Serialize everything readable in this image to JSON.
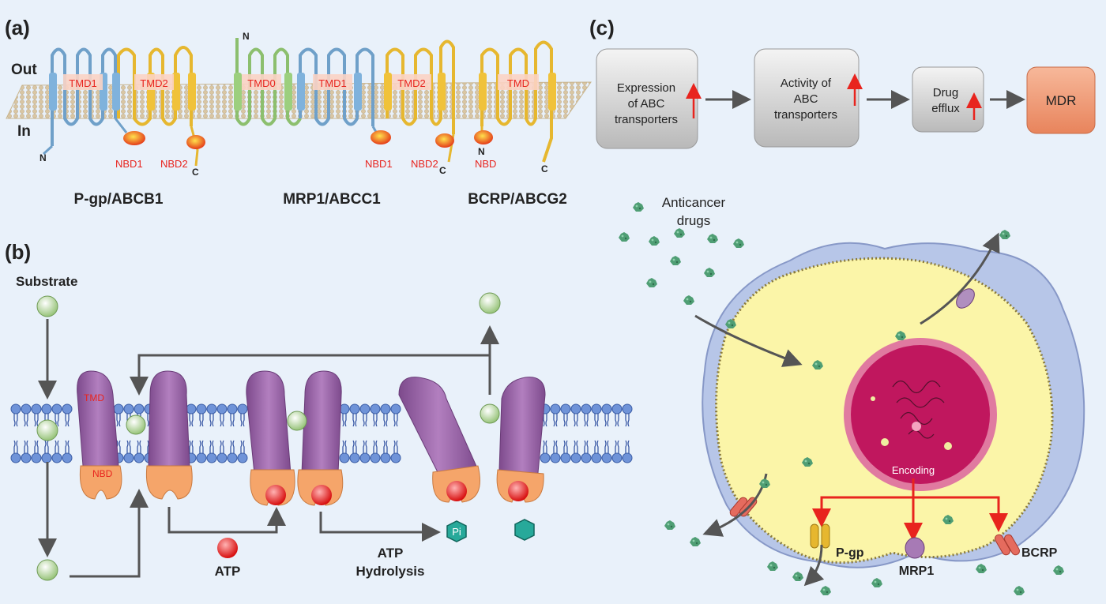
{
  "colors": {
    "background": "#e9f1fa",
    "red_label": "#e8241e",
    "arrow": "#555555",
    "tmd": "#9b5fa6",
    "nbd": "#f5a56a",
    "mdr": "#f0956e",
    "cytoplasm": "#fbf5a8",
    "nucleus": "#c0175e",
    "drug": "#4f9e74"
  },
  "panel_a": {
    "label": "(a)",
    "out_label": "Out",
    "in_label": "In",
    "transporters": [
      {
        "name": "P-gp/ABCB1",
        "domains": [
          "TMD1",
          "TMD2"
        ],
        "nbds": [
          "NBD1",
          "NBD2"
        ],
        "n_term": "N",
        "c_term": "C"
      },
      {
        "name": "MRP1/ABCC1",
        "domains": [
          "TMD0",
          "TMD1",
          "TMD2"
        ],
        "nbds": [
          "NBD1",
          "NBD2"
        ],
        "n_term": "N",
        "c_term": "C"
      },
      {
        "name": "BCRP/ABCG2",
        "domains": [
          "TMD"
        ],
        "nbds": [
          "NBD"
        ],
        "n_term": "N",
        "c_term": "C"
      }
    ]
  },
  "panel_b": {
    "label": "(b)",
    "substrate_label": "Substrate",
    "tmd_label": "TMD",
    "nbd_label": "NBD",
    "atp_label": "ATP",
    "hydrolysis_label": [
      "ATP",
      "Hydrolysis"
    ],
    "pi_label": "Pi"
  },
  "panel_c": {
    "label": "(c)",
    "flow": [
      {
        "lines": [
          "Expression",
          "of ABC",
          "transporters"
        ],
        "up": true
      },
      {
        "lines": [
          "Activity of",
          "ABC",
          "transporters"
        ],
        "up": true
      },
      {
        "lines": [
          "Drug",
          "efflux"
        ],
        "up": true
      },
      {
        "lines": [
          "MDR"
        ],
        "up": false
      }
    ],
    "drugs_label": [
      "Anticancer",
      "drugs"
    ],
    "encoding_label": "Encoding",
    "pgp_label": "P-gp",
    "mrp1_label": "MRP1",
    "bcrp_label": "BCRP"
  }
}
